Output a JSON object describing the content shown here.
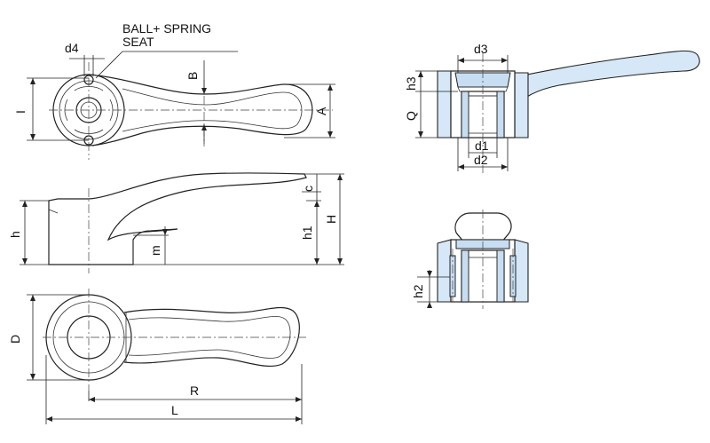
{
  "note": {
    "line1": "BALL+ SPRING",
    "line2": "SEAT"
  },
  "labels": {
    "d4": "d4",
    "B": "B",
    "I": "I",
    "A": "A",
    "c": "c",
    "h": "h",
    "h1": "h1",
    "H": "H",
    "m": "m",
    "D": "D",
    "R": "R",
    "L": "L",
    "d3": "d3",
    "h3": "h3",
    "Q": "Q",
    "d1": "d1",
    "d2": "d2",
    "h2": "h2"
  },
  "colors": {
    "fill_blue": "#d6e7f7",
    "line": "#222222"
  }
}
